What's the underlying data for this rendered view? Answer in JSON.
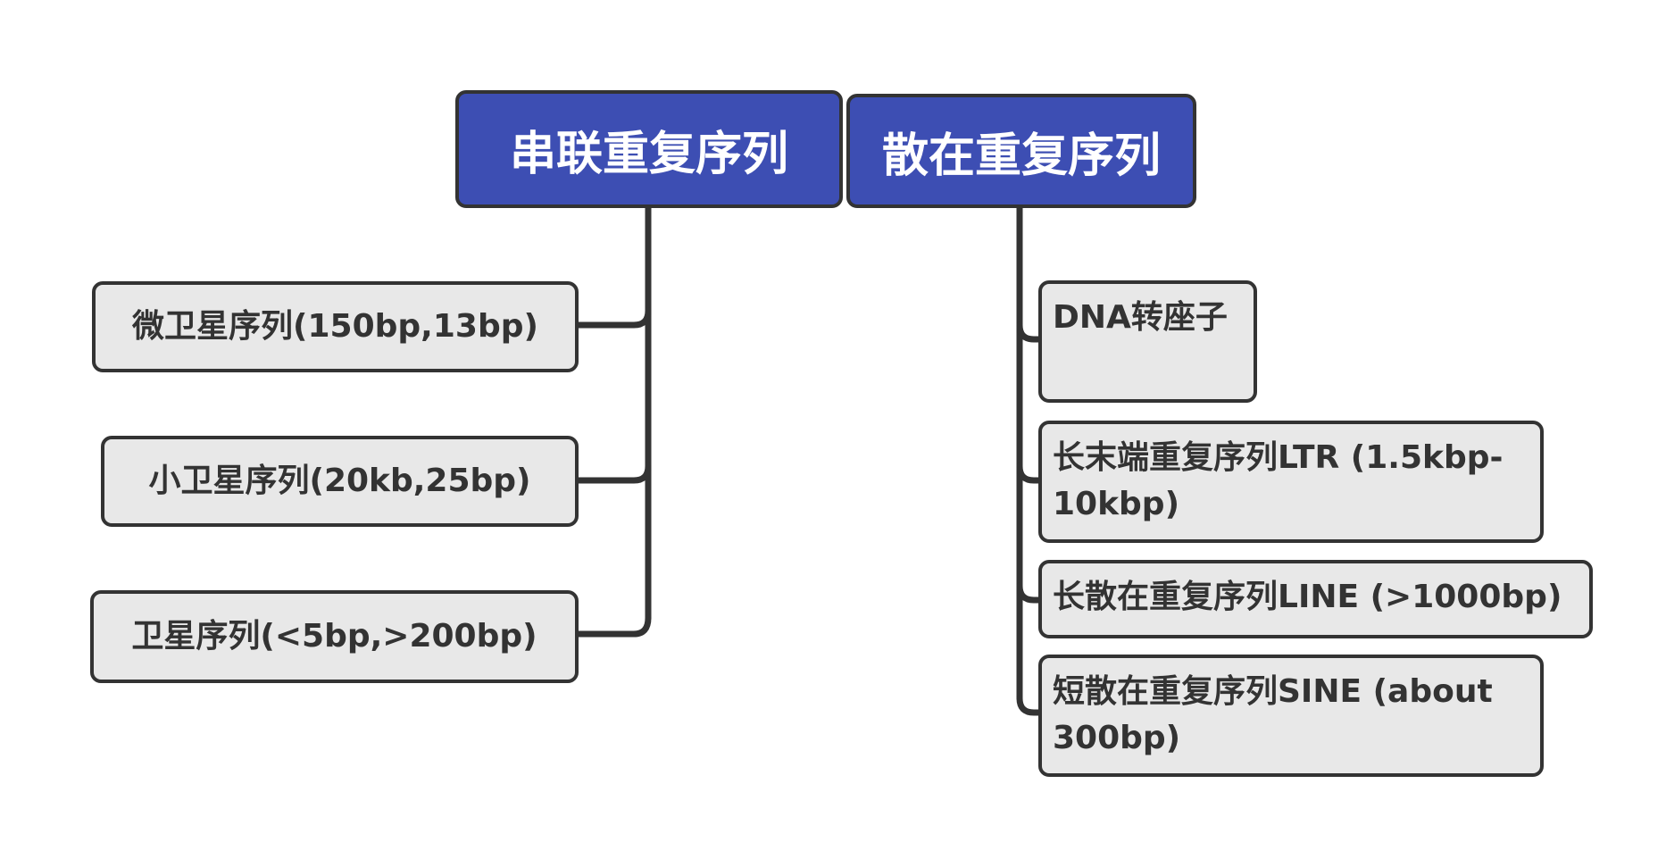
{
  "colors": {
    "root_fill": "#3d4eb3",
    "leaf_fill": "#e8e8e8",
    "border": "#333333",
    "connector": "#333333"
  },
  "left_group": {
    "title": "串联重复序列",
    "items": [
      {
        "label": "微卫星序列(150bp,13bp)"
      },
      {
        "label": "小卫星序列(20kb,25bp)"
      },
      {
        "label": "卫星序列(<5bp,>200bp)"
      }
    ]
  },
  "right_group": {
    "title": "散在重复序列",
    "items": [
      {
        "label": "DNA转座子"
      },
      {
        "label_line1": "长末端重复序列LTR (1.5kbp-",
        "label_line2": "10kbp)"
      },
      {
        "label": "长散在重复序列LINE (>1000bp)"
      },
      {
        "label_line1": "短散在重复序列SINE (about",
        "label_line2": "300bp)"
      }
    ]
  }
}
